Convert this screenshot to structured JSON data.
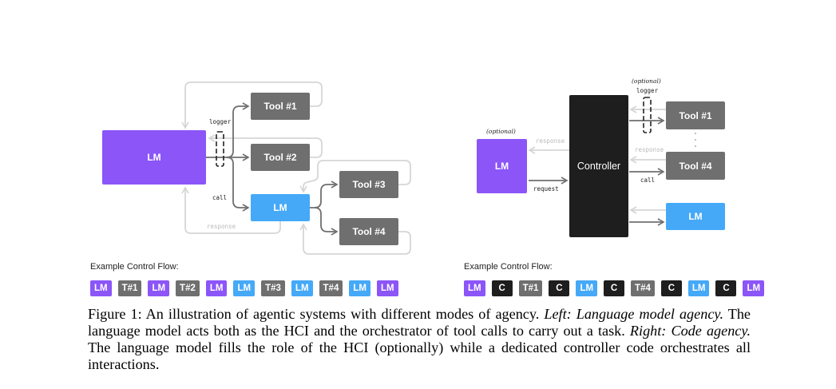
{
  "left_diagram": {
    "lm_main": "LM",
    "tool1": "Tool #1",
    "tool2": "Tool #2",
    "tool3": "Tool #3",
    "tool4": "Tool #4",
    "lm_sub": "LM",
    "logger_label": "logger",
    "call_label": "call",
    "response_label": "response",
    "flow_label": "Example Control Flow:",
    "flow": [
      {
        "label": "LM",
        "kind": "purple"
      },
      {
        "label": "T#1",
        "kind": "gray"
      },
      {
        "label": "LM",
        "kind": "purple"
      },
      {
        "label": "T#2",
        "kind": "gray"
      },
      {
        "label": "LM",
        "kind": "purple"
      },
      {
        "label": "LM",
        "kind": "blue"
      },
      {
        "label": "T#3",
        "kind": "gray"
      },
      {
        "label": "LM",
        "kind": "blue"
      },
      {
        "label": "T#4",
        "kind": "gray"
      },
      {
        "label": "LM",
        "kind": "blue"
      },
      {
        "label": "LM",
        "kind": "purple"
      }
    ]
  },
  "right_diagram": {
    "lm_main": "LM",
    "lm_optional": "(optional)",
    "controller": "Controller",
    "tool1": "Tool #1",
    "tool4": "Tool #4",
    "lm_sub": "LM",
    "logger_optional": "(optional)",
    "logger_label": "logger",
    "response_label_lm": "response",
    "request_label": "request",
    "response_label_tool": "response",
    "call_label": "call",
    "flow_label": "Example Control Flow:",
    "flow": [
      {
        "label": "LM",
        "kind": "purple"
      },
      {
        "label": "C",
        "kind": "black"
      },
      {
        "label": "T#1",
        "kind": "gray"
      },
      {
        "label": "C",
        "kind": "black"
      },
      {
        "label": "LM",
        "kind": "blue"
      },
      {
        "label": "C",
        "kind": "black"
      },
      {
        "label": "T#4",
        "kind": "gray"
      },
      {
        "label": "C",
        "kind": "black"
      },
      {
        "label": "LM",
        "kind": "blue"
      },
      {
        "label": "C",
        "kind": "black"
      },
      {
        "label": "LM",
        "kind": "purple"
      }
    ]
  },
  "caption": {
    "prefix": "Figure 1: An illustration of agentic systems with different modes of agency. ",
    "left_title": "Left: Language model agency.",
    "left_text": " The language model acts both as the HCI and the orchestrator of tool calls to carry out a task. ",
    "right_title": "Right: Code agency.",
    "right_text": " The language model fills the role of the HCI (optionally) while a dedicated controller code orchestrates all interactions."
  },
  "colors": {
    "purple": "#8b55f8",
    "gray": "#6f6f6f",
    "blue": "#45a9f8",
    "black": "#1e1e1e",
    "wire_dark": "#6f6f6f",
    "wire_light": "#d4d4d4"
  }
}
